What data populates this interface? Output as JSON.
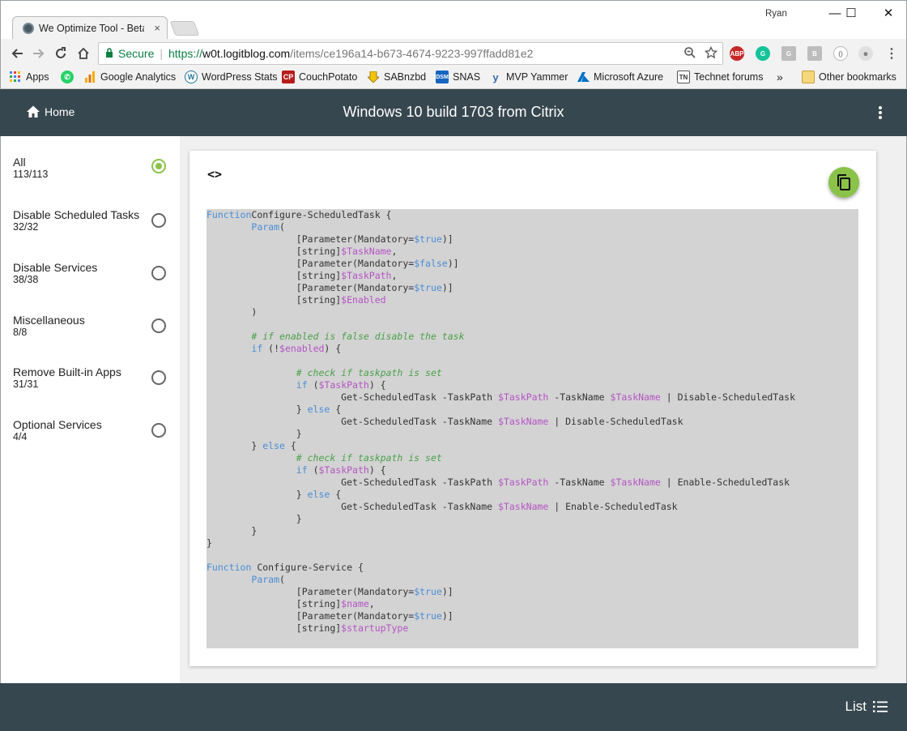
{
  "browser": {
    "tab_title": "We Optimize Tool - Beta",
    "tab_close": "×",
    "user": "Ryan",
    "win_min": "—",
    "win_max": "☐",
    "win_close": "✕",
    "secure_label": "Secure",
    "url_scheme": "https://",
    "url_host": "w0t.logitblog.com",
    "url_path": "/items/ce196a14-b673-4674-9223-997ffadd81e2",
    "bookmarks": [
      {
        "label": "Apps",
        "icon": "apps-icon",
        "color": "#4285f4"
      },
      {
        "label": "",
        "icon": "whatsapp-icon",
        "color": "#25d366"
      },
      {
        "label": "Google Analytics",
        "icon": "google-analytics-icon",
        "color": "#f9ab00"
      },
      {
        "label": "WordPress Stats",
        "icon": "wordpress-icon",
        "color": "#21759b"
      },
      {
        "label": "CouchPotato",
        "icon": "couchpotato-icon",
        "color": "#b71c1c"
      },
      {
        "label": "SABnzbd",
        "icon": "sabnzbd-icon",
        "color": "#f4c20d"
      },
      {
        "label": "SNAS",
        "icon": "snas-icon",
        "color": "#1565c0"
      },
      {
        "label": "MVP Yammer",
        "icon": "yammer-icon",
        "color": "#396ab1"
      },
      {
        "label": "Microsoft Azure",
        "icon": "azure-icon",
        "color": "#0072c6"
      },
      {
        "label": "Technet forums",
        "icon": "technet-icon",
        "color": "#555555"
      }
    ],
    "bookmarks_overflow": "»",
    "other_bookmarks": "Other bookmarks"
  },
  "header": {
    "home_label": "Home",
    "title": "Windows 10 build 1703 from Citrix"
  },
  "sidebar": {
    "categories": [
      {
        "name": "All",
        "count": "113/113",
        "selected": true
      },
      {
        "name": "Disable Scheduled Tasks",
        "count": "32/32",
        "selected": false
      },
      {
        "name": "Disable Services",
        "count": "38/38",
        "selected": false
      },
      {
        "name": "Miscellaneous",
        "count": "8/8",
        "selected": false
      },
      {
        "name": "Remove Built-in Apps",
        "count": "31/31",
        "selected": false
      },
      {
        "name": "Optional Services",
        "count": "4/4",
        "selected": false
      }
    ]
  },
  "content": {
    "code_toggle": "<>",
    "code_lines": [
      [
        [
          "kw",
          "Function"
        ],
        [
          "",
          "Configure-ScheduledTask {"
        ]
      ],
      [
        [
          "",
          "        "
        ],
        [
          "kw",
          "Param"
        ],
        [
          "",
          "("
        ]
      ],
      [
        [
          "",
          "                [Parameter(Mandatory="
        ],
        [
          "kw",
          "$true"
        ],
        [
          "",
          ")]"
        ]
      ],
      [
        [
          "",
          "                [string]"
        ],
        [
          "var",
          "$TaskName"
        ],
        [
          "",
          ","
        ]
      ],
      [
        [
          "",
          "                [Parameter(Mandatory="
        ],
        [
          "kw",
          "$false"
        ],
        [
          "",
          ")]"
        ]
      ],
      [
        [
          "",
          "                [string]"
        ],
        [
          "var",
          "$TaskPath"
        ],
        [
          "",
          ","
        ]
      ],
      [
        [
          "",
          "                [Parameter(Mandatory="
        ],
        [
          "kw",
          "$true"
        ],
        [
          "",
          ")]"
        ]
      ],
      [
        [
          "",
          "                [string]"
        ],
        [
          "var",
          "$Enabled"
        ]
      ],
      [
        [
          "",
          "        )"
        ]
      ],
      [
        [
          "",
          ""
        ]
      ],
      [
        [
          "",
          "        "
        ],
        [
          "cm",
          "# if enabled is false disable the task"
        ]
      ],
      [
        [
          "",
          "        "
        ],
        [
          "kw",
          "if"
        ],
        [
          "",
          " (!"
        ],
        [
          "var",
          "$enabled"
        ],
        [
          "",
          ") {"
        ]
      ],
      [
        [
          "",
          ""
        ]
      ],
      [
        [
          "",
          "                "
        ],
        [
          "cm",
          "# check if taskpath is set"
        ]
      ],
      [
        [
          "",
          "                "
        ],
        [
          "kw",
          "if"
        ],
        [
          "",
          " ("
        ],
        [
          "var",
          "$TaskPath"
        ],
        [
          "",
          ") {"
        ]
      ],
      [
        [
          "",
          "                        Get-ScheduledTask -TaskPath "
        ],
        [
          "var",
          "$TaskPath"
        ],
        [
          "",
          " -TaskName "
        ],
        [
          "var",
          "$TaskName"
        ],
        [
          "",
          " | Disable-ScheduledTask"
        ]
      ],
      [
        [
          "",
          "                } "
        ],
        [
          "kw",
          "else"
        ],
        [
          "",
          " {"
        ]
      ],
      [
        [
          "",
          "                        Get-ScheduledTask -TaskName "
        ],
        [
          "var",
          "$TaskName"
        ],
        [
          "",
          " | Disable-ScheduledTask"
        ]
      ],
      [
        [
          "",
          "                }"
        ]
      ],
      [
        [
          "",
          "        } "
        ],
        [
          "kw",
          "else"
        ],
        [
          "",
          " {"
        ]
      ],
      [
        [
          "",
          "                "
        ],
        [
          "cm",
          "# check if taskpath is set"
        ]
      ],
      [
        [
          "",
          "                "
        ],
        [
          "kw",
          "if"
        ],
        [
          "",
          " ("
        ],
        [
          "var",
          "$TaskPath"
        ],
        [
          "",
          ") {"
        ]
      ],
      [
        [
          "",
          "                        Get-ScheduledTask -TaskPath "
        ],
        [
          "var",
          "$TaskPath"
        ],
        [
          "",
          " -TaskName "
        ],
        [
          "var",
          "$TaskName"
        ],
        [
          "",
          " | Enable-ScheduledTask"
        ]
      ],
      [
        [
          "",
          "                } "
        ],
        [
          "kw",
          "else"
        ],
        [
          "",
          " {"
        ]
      ],
      [
        [
          "",
          "                        Get-ScheduledTask -TaskName "
        ],
        [
          "var",
          "$TaskName"
        ],
        [
          "",
          " | Enable-ScheduledTask"
        ]
      ],
      [
        [
          "",
          "                }"
        ]
      ],
      [
        [
          "",
          "        }"
        ]
      ],
      [
        [
          "",
          "}"
        ]
      ],
      [
        [
          "",
          ""
        ]
      ],
      [
        [
          "kw",
          "Function"
        ],
        [
          "",
          " Configure-Service {"
        ]
      ],
      [
        [
          "",
          "        "
        ],
        [
          "kw",
          "Param"
        ],
        [
          "",
          "("
        ]
      ],
      [
        [
          "",
          "                [Parameter(Mandatory="
        ],
        [
          "kw",
          "$true"
        ],
        [
          "",
          ")]"
        ]
      ],
      [
        [
          "",
          "                [string]"
        ],
        [
          "var",
          "$name"
        ],
        [
          "",
          ","
        ]
      ],
      [
        [
          "",
          "                [Parameter(Mandatory="
        ],
        [
          "kw",
          "$true"
        ],
        [
          "",
          ")]"
        ]
      ],
      [
        [
          "",
          "                [string]"
        ],
        [
          "var",
          "$startupType"
        ]
      ]
    ]
  },
  "footer": {
    "list_label": "List"
  },
  "colors": {
    "app_bar": "#37474f",
    "accent": "#8bc34a",
    "code_bg": "#d3d3d3",
    "keyword": "#4a8dd6",
    "variable": "#b454c4",
    "comment": "#4aa14a"
  }
}
